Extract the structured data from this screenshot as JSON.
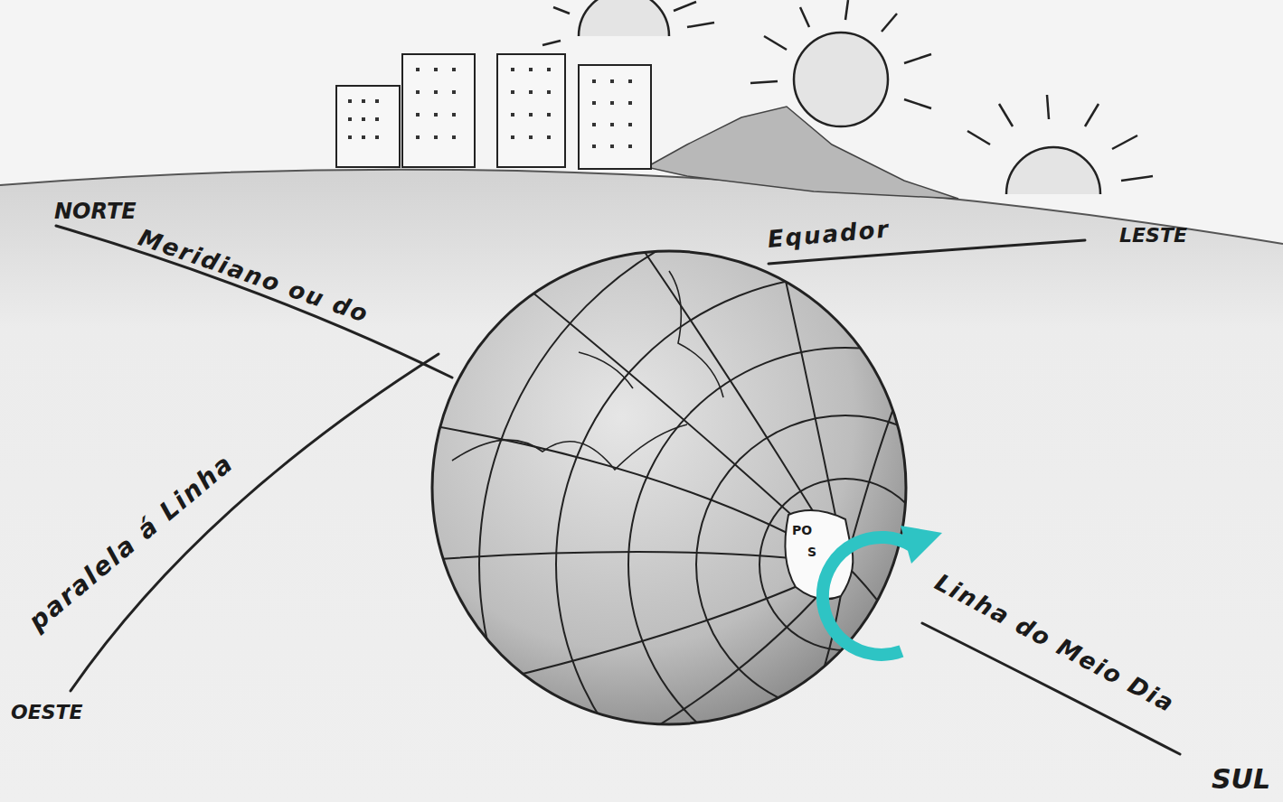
{
  "diagram": {
    "labels": [
      "NORTE",
      "Meridiano ou do",
      "paralela á Linha",
      "OESTE",
      "Equador",
      "LESTE",
      "PO",
      "S",
      "Linha do Meio Dia",
      "SUL"
    ]
  }
}
